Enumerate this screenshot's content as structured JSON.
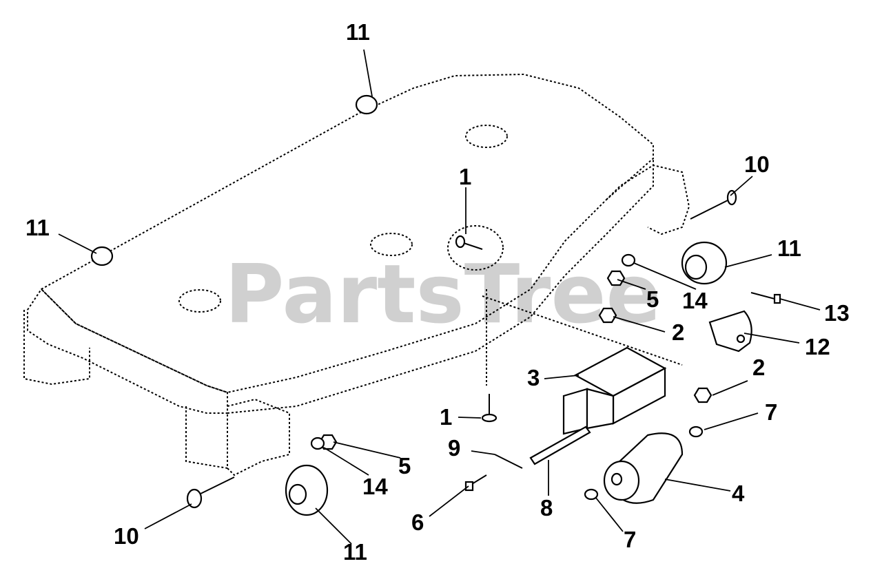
{
  "watermark": "PartsTree",
  "callouts": [
    {
      "id": "c11a",
      "text": "11"
    },
    {
      "id": "c11b",
      "text": "11"
    },
    {
      "id": "c11c",
      "text": "11"
    },
    {
      "id": "c11d",
      "text": "11"
    },
    {
      "id": "c10a",
      "text": "10"
    },
    {
      "id": "c10b",
      "text": "10"
    },
    {
      "id": "c1a",
      "text": "1"
    },
    {
      "id": "c1b",
      "text": "1"
    },
    {
      "id": "c2a",
      "text": "2"
    },
    {
      "id": "c2b",
      "text": "2"
    },
    {
      "id": "c3",
      "text": "3"
    },
    {
      "id": "c4",
      "text": "4"
    },
    {
      "id": "c5a",
      "text": "5"
    },
    {
      "id": "c5b",
      "text": "5"
    },
    {
      "id": "c6",
      "text": "6"
    },
    {
      "id": "c7a",
      "text": "7"
    },
    {
      "id": "c7b",
      "text": "7"
    },
    {
      "id": "c8",
      "text": "8"
    },
    {
      "id": "c9",
      "text": "9"
    },
    {
      "id": "c12",
      "text": "12"
    },
    {
      "id": "c13",
      "text": "13"
    },
    {
      "id": "c14a",
      "text": "14"
    },
    {
      "id": "c14b",
      "text": "14"
    }
  ]
}
